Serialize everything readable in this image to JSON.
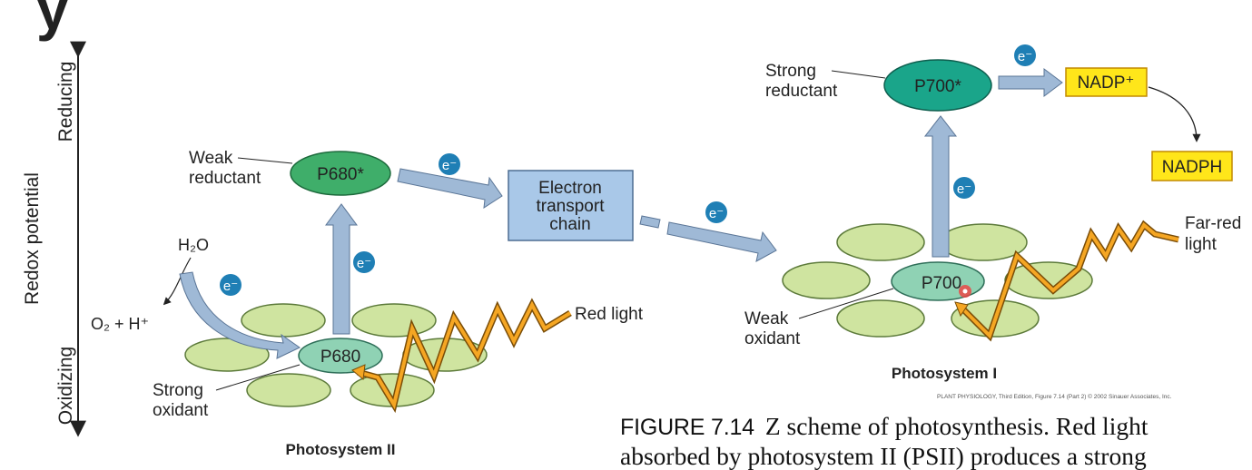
{
  "title_fragment": "y",
  "axis": {
    "label": "Redox potential",
    "top": "Reducing",
    "bottom": "Oxidizing"
  },
  "electron_label": "e⁻",
  "psii": {
    "excited_center": "P680*",
    "ground_center": "P680",
    "weak_reductant": [
      "Weak",
      "reductant"
    ],
    "strong_oxidant": [
      "Strong",
      "oxidant"
    ],
    "water": "H₂O",
    "products": "O₂ + H⁺",
    "light": "Red light",
    "name": "Photosystem II"
  },
  "etc": {
    "lines": [
      "Electron",
      "transport",
      "chain"
    ]
  },
  "psi": {
    "excited_center": "P700*",
    "ground_center": "P700",
    "strong_reductant": [
      "Strong",
      "reductant"
    ],
    "weak_oxidant": [
      "Weak",
      "oxidant"
    ],
    "light": [
      "Far-red",
      "light"
    ],
    "name": "Photosystem I"
  },
  "nadp": "NADP⁺",
  "nadph": "NADPH",
  "credit": "PLANT PHYSIOLOGY, Third Edition, Figure 7.14 (Part 2)  © 2002 Sinauer Associates, Inc.",
  "caption": {
    "figure": "FIGURE 7.14",
    "line1": "Z scheme of photosynthesis. Red light",
    "line2": "absorbed by photosystem II (PSII) produces a strong"
  },
  "colors": {
    "excited": "#1aa58a",
    "psii_excited": "#3fae6a",
    "ground": "#8fd2b4",
    "antenna": "#cfe4a0",
    "arrow": "#9fb9d6",
    "etc_box": "#a9c8e8",
    "electron": "#1f7fb5",
    "yellow": "#ffe61a",
    "light": "#f5a623"
  }
}
